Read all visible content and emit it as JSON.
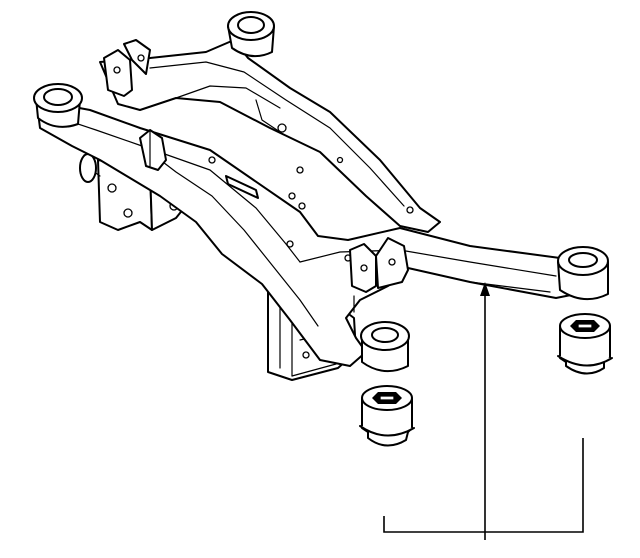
{
  "figure": {
    "subject": "rear-subframe-crossmember-with-bushings",
    "callouts": [
      {
        "id": "subframe-leader",
        "points_to": "subframe-crossmember"
      },
      {
        "id": "bushing-bracket",
        "points_to": "subframe-bushings"
      }
    ]
  }
}
